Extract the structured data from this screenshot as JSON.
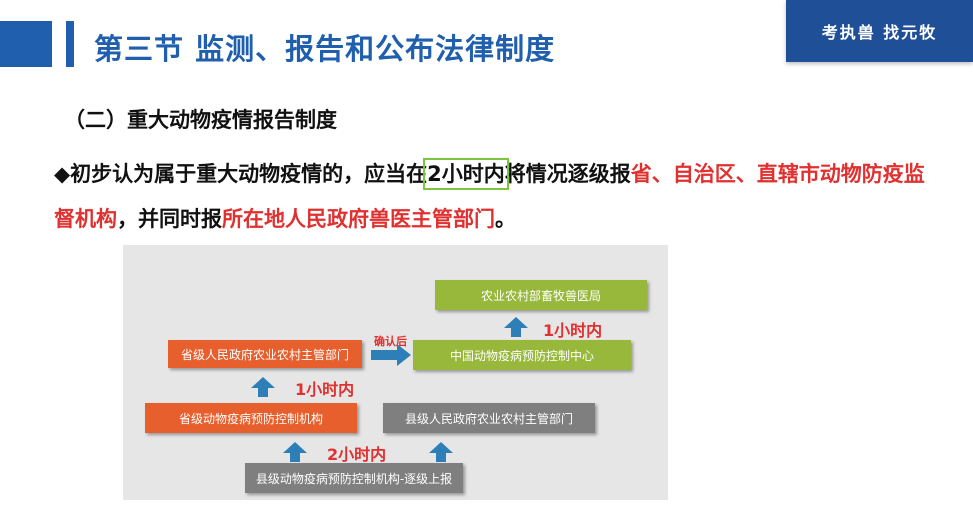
{
  "header": {
    "title": "第三节  监测、报告和公布法律制度",
    "brand": "考执兽  找元牧"
  },
  "content": {
    "subtitle": "（二）重大动物疫情报告制度",
    "para": {
      "bullet": "◆",
      "t1": "初步认为属于重大动物疫情的，应当在",
      "t2": "2小时内",
      "t3": "将情况逐级报",
      "t4": "省、自治区、直辖市动物防疫监督机构",
      "t5": "，并同时报",
      "t6": "所在地人民政府兽医主管部门",
      "t7": "。"
    }
  },
  "flowchart": {
    "nodes": {
      "n_ministry": "农业农村部畜牧兽医局",
      "n_cdc": "中国动物疫病预防控制中心",
      "n_prov_gov": "省级人民政府农业农村主管部门",
      "n_prov_agency": "省级动物疫病预防控制机构",
      "n_county_gov": "县级人民政府农业农村主管部门",
      "n_county_agency": "县级动物疫病预防控制机构-逐级上报"
    },
    "labels": {
      "t_1h_a": "1小时内",
      "t_1h_b": "1小时内",
      "t_2h": "2小时内",
      "confirm": "确认后"
    },
    "colors": {
      "green": "#97b83a",
      "orange": "#e85f2e",
      "gray": "#7f7f7f",
      "arrow": "#2e7fb8",
      "highlight_red": "#e03030"
    }
  }
}
